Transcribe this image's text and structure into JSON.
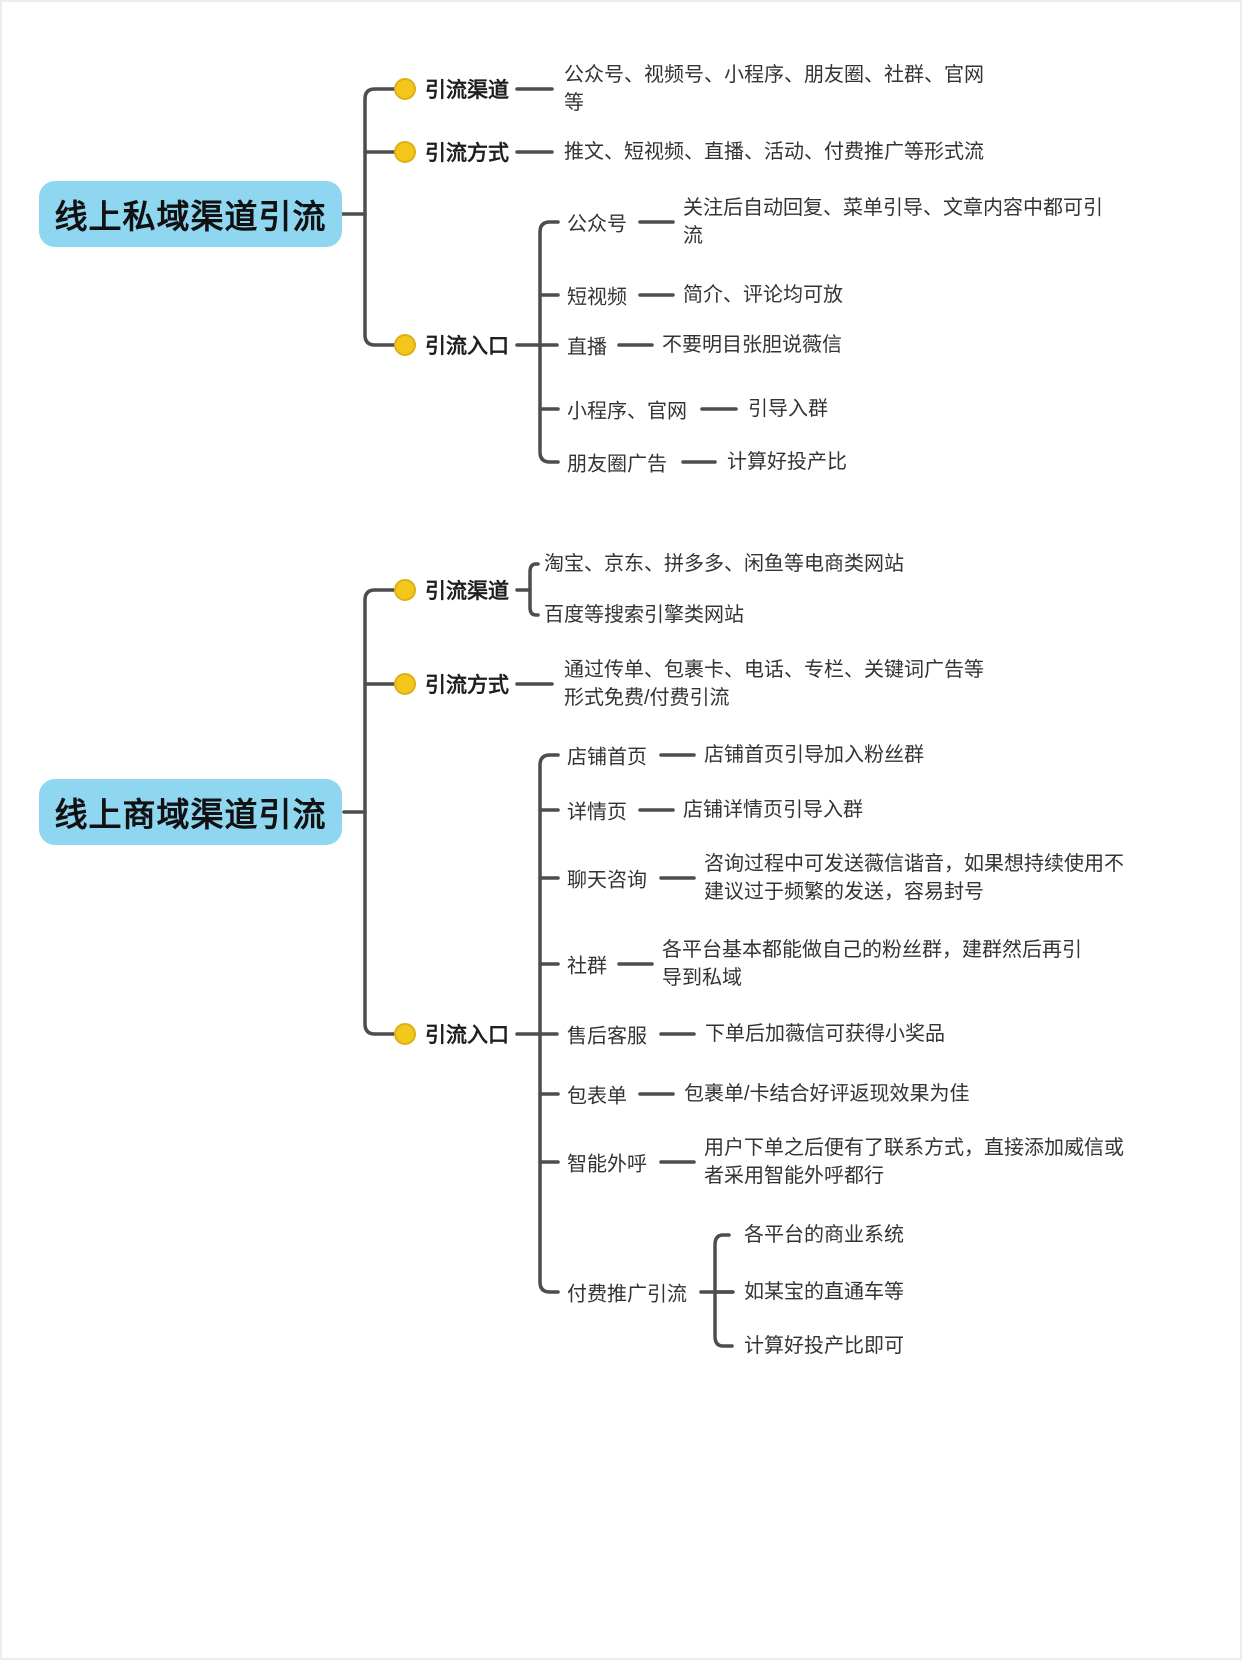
{
  "colors": {
    "root_fill": "#8fd7f1",
    "dot_fill": "#f2c71b",
    "dot_border": "#dfaf15",
    "line": "#4d4d4d",
    "text": "#333333",
    "label_text": "#1f1f1f"
  },
  "maps": [
    {
      "title": "线上私域渠道引流",
      "channel": {
        "label": "引流渠道",
        "desc": "公众号、视频号、小程序、朋友圈、社群、官网等"
      },
      "method": {
        "label": "引流方式",
        "desc": "推文、短视频、直播、活动、付费推广等形式流"
      },
      "entry": {
        "label": "引流入口",
        "items": [
          {
            "label": "公众号",
            "desc": "关注后自动回复、菜单引导、文章内容中都可引流"
          },
          {
            "label": "短视频",
            "desc": "简介、评论均可放"
          },
          {
            "label": "直播",
            "desc": "不要明目张胆说薇信"
          },
          {
            "label": "小程序、官网",
            "desc": "引导入群"
          },
          {
            "label": "朋友圈广告",
            "desc": "计算好投产比"
          }
        ]
      }
    },
    {
      "title": "线上商域渠道引流",
      "channel": {
        "label": "引流渠道",
        "items": [
          {
            "desc": "淘宝、京东、拼多多、闲鱼等电商类网站"
          },
          {
            "desc": "百度等搜索引擎类网站"
          }
        ]
      },
      "method": {
        "label": "引流方式",
        "desc": "通过传单、包裹卡、电话、专栏、关键词广告等形式免费/付费引流"
      },
      "entry": {
        "label": "引流入口",
        "items": [
          {
            "label": "店铺首页",
            "desc": "店铺首页引导加入粉丝群"
          },
          {
            "label": "详情页",
            "desc": "店铺详情页引导入群"
          },
          {
            "label": "聊天咨询",
            "desc": "咨询过程中可发送薇信谐音，如果想持续使用不建议过于频繁的发送，容易封号"
          },
          {
            "label": "社群",
            "desc": "各平台基本都能做自己的粉丝群，建群然后再引导到私域"
          },
          {
            "label": "售后客服",
            "desc": "下单后加薇信可获得小奖品"
          },
          {
            "label": "包表单",
            "desc": "包裹单/卡结合好评返现效果为佳"
          },
          {
            "label": "智能外呼",
            "desc": "用户下单之后便有了联系方式，直接添加威信或者采用智能外呼都行"
          },
          {
            "label": "付费推广引流",
            "children": [
              {
                "desc": "各平台的商业系统"
              },
              {
                "desc": "如某宝的直通车等"
              },
              {
                "desc": "计算好投产比即可"
              }
            ]
          }
        ]
      }
    }
  ]
}
